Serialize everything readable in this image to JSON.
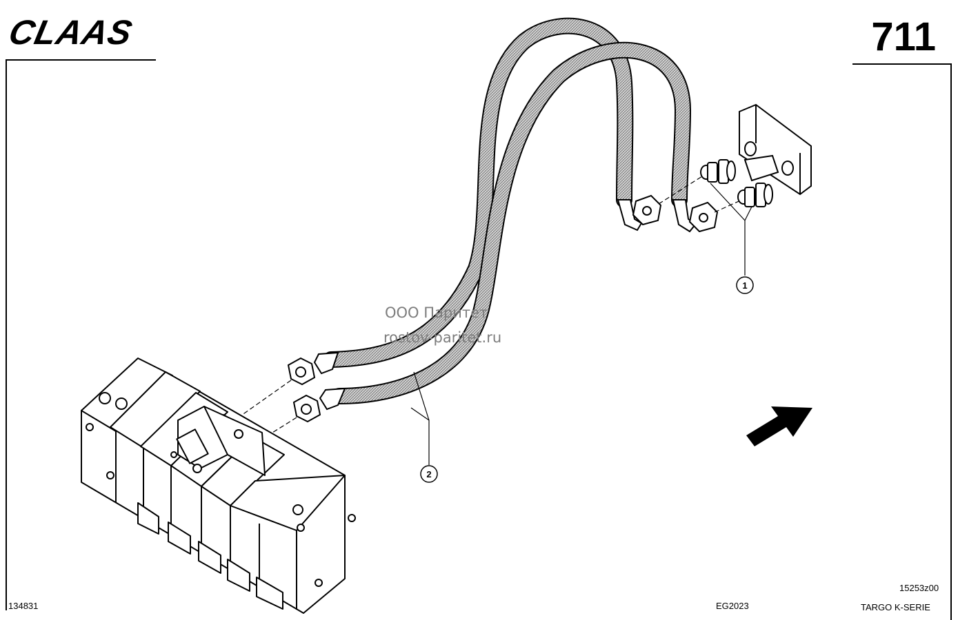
{
  "header": {
    "logo": "CLAAS",
    "page_number": "711"
  },
  "watermark": {
    "line1": "ООО Паритет",
    "line2": "rostov-paritet.ru"
  },
  "callouts": [
    {
      "number": "1"
    },
    {
      "number": "2"
    }
  ],
  "footer": {
    "drawing_code": "15253z00",
    "left_code": "134831",
    "center_code": "EG2023",
    "series": "TARGO K-SERIE"
  }
}
